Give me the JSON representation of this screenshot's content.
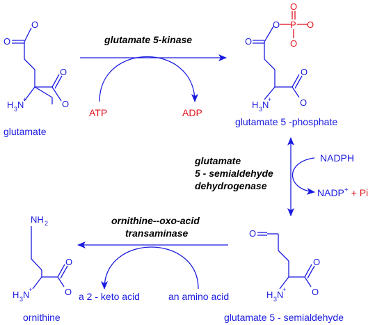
{
  "colors": {
    "structure": "#1a1adf",
    "cofactor_red": "#e0141e",
    "enzyme_text": "#000000",
    "background": "#ffffff"
  },
  "compounds": {
    "glutamate": "glutamate",
    "glutamate_5_phosphate": "glutamate 5 -phosphate",
    "glutamate_5_semialdehyde": "glutamate 5 - semialdehyde",
    "ornithine": "ornithine"
  },
  "enzymes": {
    "kinase": "glutamate 5-kinase",
    "dehydrogenase": [
      "glutamate",
      "5 - semialdehyde",
      "dehydrogenase"
    ],
    "transaminase": [
      "ornithine--oxo-acid",
      "transaminase"
    ]
  },
  "cofactors": {
    "atp": "ATP",
    "adp": "ADP",
    "nadph": "NADPH",
    "nadp": "NADP",
    "nadp_charge": "+",
    "pi_prefix": " + Pi",
    "amino_acid": "an amino acid",
    "keto_acid": "a 2 - keto acid"
  },
  "atoms": {
    "o": "O",
    "p": "P",
    "h3n": "H",
    "h3n_sub": "3",
    "h3n_n": "N",
    "plus": "+",
    "nh2": "NH",
    "nh2_sub": "2"
  }
}
